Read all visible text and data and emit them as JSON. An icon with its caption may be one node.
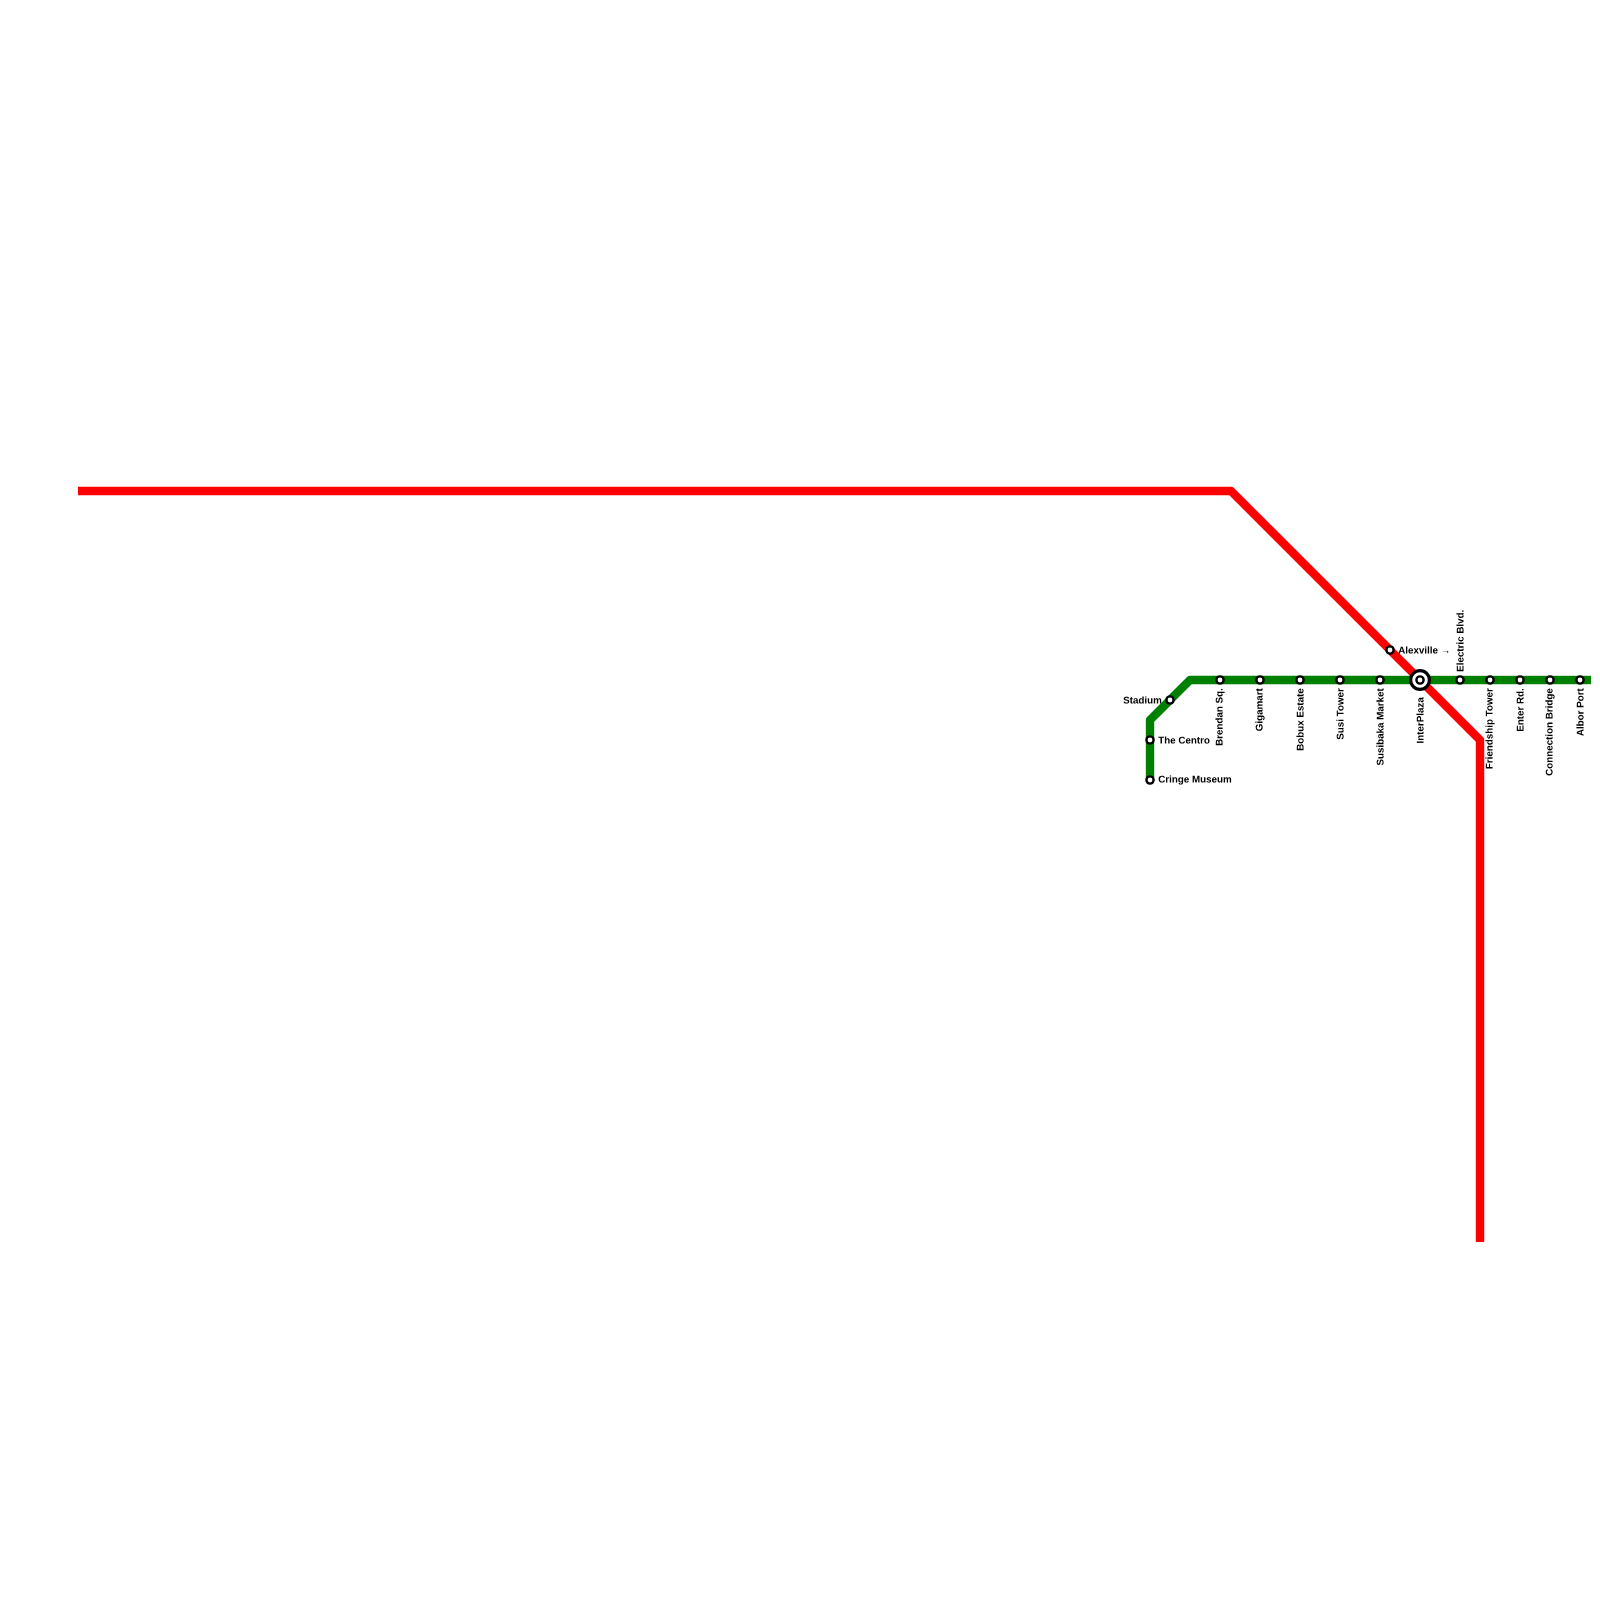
{
  "diagram": {
    "nodes": [
      {
        "text": [],
        "shape": "circle",
        "beside": [
          "Alexville →"
        ]
      },
      {
        "text": [],
        "shape": "circle",
        "beside": [
          "Stadium"
        ]
      },
      {
        "text": [],
        "shape": "circle",
        "beside": [
          "Brendan Sq."
        ]
      },
      {
        "text": [],
        "shape": "circle",
        "beside": [
          "Gigamart"
        ]
      },
      {
        "text": [],
        "shape": "circle",
        "beside": [
          "Bobux Estate"
        ]
      },
      {
        "text": [],
        "shape": "circle",
        "beside": [
          "Susi Tower"
        ]
      },
      {
        "text": [],
        "shape": "circle",
        "beside": [
          "Susibaka Market"
        ]
      },
      {
        "text": [],
        "shape": "circle",
        "beside": [
          "InterPlaza"
        ]
      },
      {
        "text": [],
        "shape": "circle",
        "beside": [
          "Electric Blvd."
        ]
      },
      {
        "text": [],
        "shape": "circle",
        "beside": [
          "Friendship Tower"
        ]
      },
      {
        "text": [],
        "shape": "circle",
        "beside": [
          "Enter Rd."
        ]
      },
      {
        "text": [],
        "shape": "circle",
        "beside": [
          "Connection Bridge"
        ]
      },
      {
        "text": [],
        "shape": "circle",
        "beside": [
          "Albor Port"
        ]
      },
      {
        "text": [],
        "shape": "circle",
        "beside": [
          "The Centro"
        ]
      },
      {
        "text": [],
        "shape": "circle",
        "beside": [
          "Cringe Museum"
        ]
      }
    ],
    "edges": [
      {
        "from": null,
        "to": 0,
        "arrow": "none",
        "color": "#ff0000"
      },
      {
        "from": 0,
        "to": 7,
        "arrow": "none",
        "color": "#ff0000"
      },
      {
        "from": 7,
        "to": null,
        "arrow": "none",
        "color": "#ff0000"
      },
      {
        "from": 14,
        "to": 13,
        "arrow": "none"
      },
      {
        "from": 13,
        "to": 1,
        "arrow": "none"
      },
      {
        "from": 1,
        "to": 2,
        "arrow": "none"
      },
      {
        "from": 2,
        "to": 3,
        "arrow": "none"
      },
      {
        "from": 3,
        "to": 4,
        "arrow": "none"
      },
      {
        "from": 4,
        "to": 5,
        "arrow": "none"
      },
      {
        "from": 5,
        "to": 6,
        "arrow": "none"
      },
      {
        "from": 6,
        "to": 7,
        "arrow": "none"
      },
      {
        "from": 7,
        "to": 8,
        "arrow": "none"
      },
      {
        "from": 8,
        "to": 9,
        "arrow": "none"
      },
      {
        "from": 9,
        "to": 10,
        "arrow": "none"
      },
      {
        "from": 10,
        "to": 11,
        "arrow": "none"
      },
      {
        "from": 11,
        "to": 12,
        "arrow": "none"
      },
      {
        "from": 12,
        "to": null,
        "arrow": "none"
      }
    ]
  }
}
